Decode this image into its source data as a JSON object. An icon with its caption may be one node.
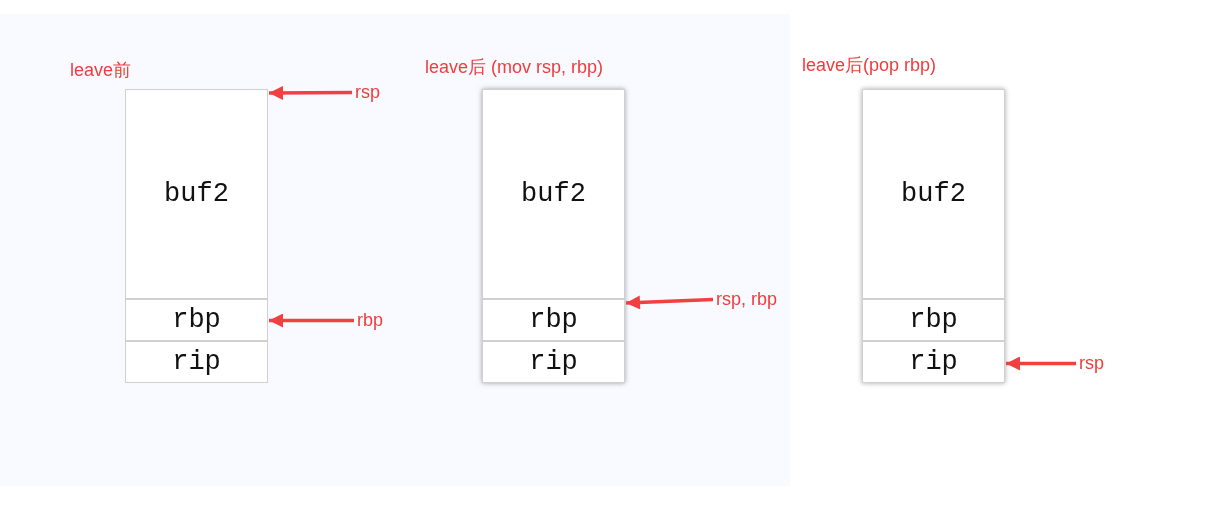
{
  "diagram": {
    "nodes": [
      {
        "text": [
          "leave前"
        ]
      },
      {
        "text": [
          "buf2"
        ],
        "in": 0
      },
      {
        "text": [
          "rbp"
        ],
        "in": 0
      },
      {
        "text": [
          "rip"
        ],
        "in": 0
      },
      {
        "text": [
          "leave后 (mov rsp, rbp)"
        ]
      },
      {
        "text": [
          "buf2"
        ],
        "in": 4
      },
      {
        "text": [
          "rbp"
        ],
        "in": 4
      },
      {
        "text": [
          "rip"
        ],
        "in": 4
      },
      {
        "text": [
          "leave后(pop rbp)"
        ]
      },
      {
        "text": [
          "buf2"
        ],
        "in": 8
      },
      {
        "text": [
          "rbp"
        ],
        "in": 8
      },
      {
        "text": [
          "rip"
        ],
        "in": 8
      },
      {
        "text": [
          "rsp"
        ]
      },
      {
        "text": [
          "rbp"
        ]
      },
      {
        "text": [
          "rsp, rbp"
        ]
      },
      {
        "text": [
          "rsp"
        ]
      }
    ],
    "edges": [
      {
        "from": 12,
        "to": 1,
        "arrow": "to"
      },
      {
        "from": 13,
        "to": 2,
        "arrow": "to"
      },
      {
        "from": 14,
        "to": 6,
        "arrow": "to"
      },
      {
        "from": 15,
        "to": 11,
        "arrow": "to"
      }
    ]
  }
}
